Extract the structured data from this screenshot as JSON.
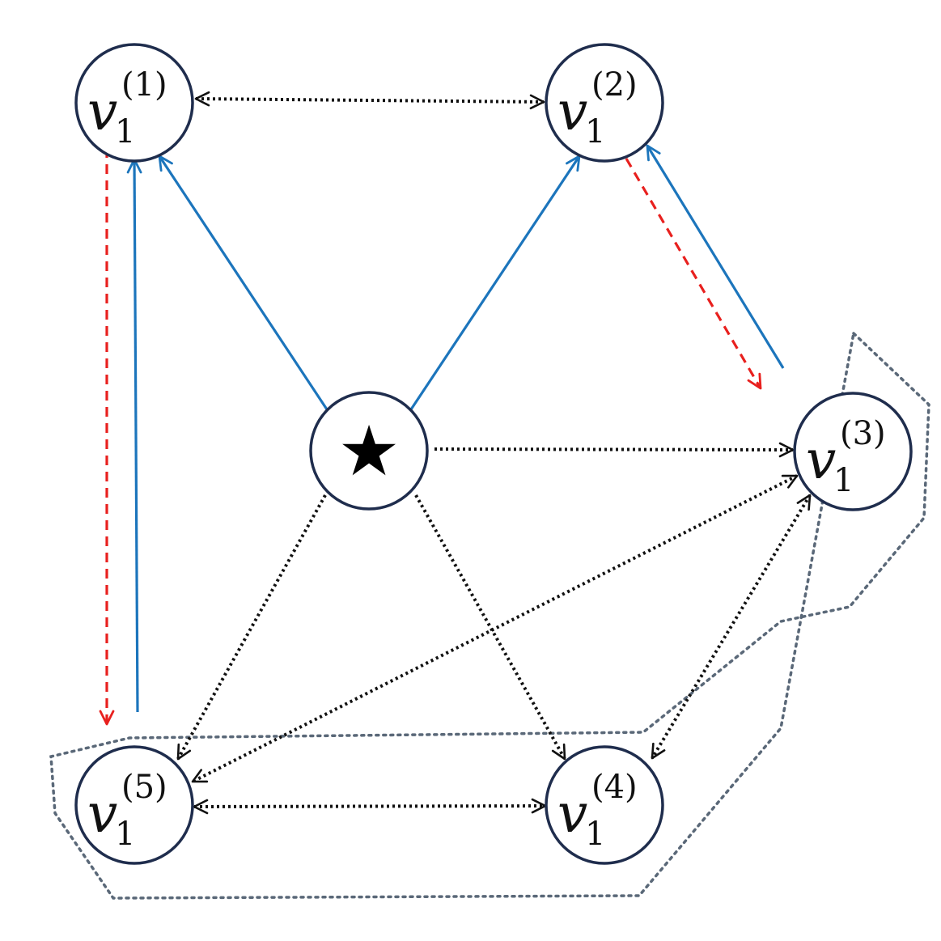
{
  "colors": {
    "node_stroke": "#1f2d4d",
    "solid_edge": "#1c75bc",
    "dashed_edge": "#e8201e",
    "dotted_edge": "#111111",
    "region_outline": "#5a6878"
  },
  "center": {
    "glyph": "★"
  },
  "nodes": [
    {
      "id": "n1",
      "base": "v",
      "sub": "1",
      "sup": "(1)"
    },
    {
      "id": "n2",
      "base": "v",
      "sub": "1",
      "sup": "(2)"
    },
    {
      "id": "n3",
      "base": "v",
      "sub": "1",
      "sup": "(3)"
    },
    {
      "id": "n4",
      "base": "v",
      "sub": "1",
      "sup": "(4)"
    },
    {
      "id": "n5",
      "base": "v",
      "sub": "1",
      "sup": "(5)"
    }
  ],
  "edges": [
    {
      "from": "center",
      "to": "n1",
      "style": "solid-blue",
      "arrow": "end"
    },
    {
      "from": "center",
      "to": "n2",
      "style": "solid-blue",
      "arrow": "end"
    },
    {
      "from": "region",
      "to": "n1",
      "style": "solid-blue",
      "arrow": "end"
    },
    {
      "from": "region",
      "to": "n2",
      "style": "solid-blue",
      "arrow": "end"
    },
    {
      "from": "n1",
      "to": "region",
      "style": "dashed-red",
      "arrow": "end"
    },
    {
      "from": "n2",
      "to": "region",
      "style": "dashed-red",
      "arrow": "end"
    },
    {
      "from": "n1",
      "to": "n2",
      "style": "dotted-black",
      "arrow": "both"
    },
    {
      "from": "center",
      "to": "n3",
      "style": "dotted-black",
      "arrow": "end"
    },
    {
      "from": "center",
      "to": "n4",
      "style": "dotted-black",
      "arrow": "end"
    },
    {
      "from": "center",
      "to": "n5",
      "style": "dotted-black",
      "arrow": "end"
    },
    {
      "from": "n3",
      "to": "n5",
      "style": "dotted-black",
      "arrow": "both"
    },
    {
      "from": "n3",
      "to": "n4",
      "style": "dotted-black",
      "arrow": "both"
    },
    {
      "from": "n4",
      "to": "n5",
      "style": "dotted-black",
      "arrow": "both"
    }
  ]
}
